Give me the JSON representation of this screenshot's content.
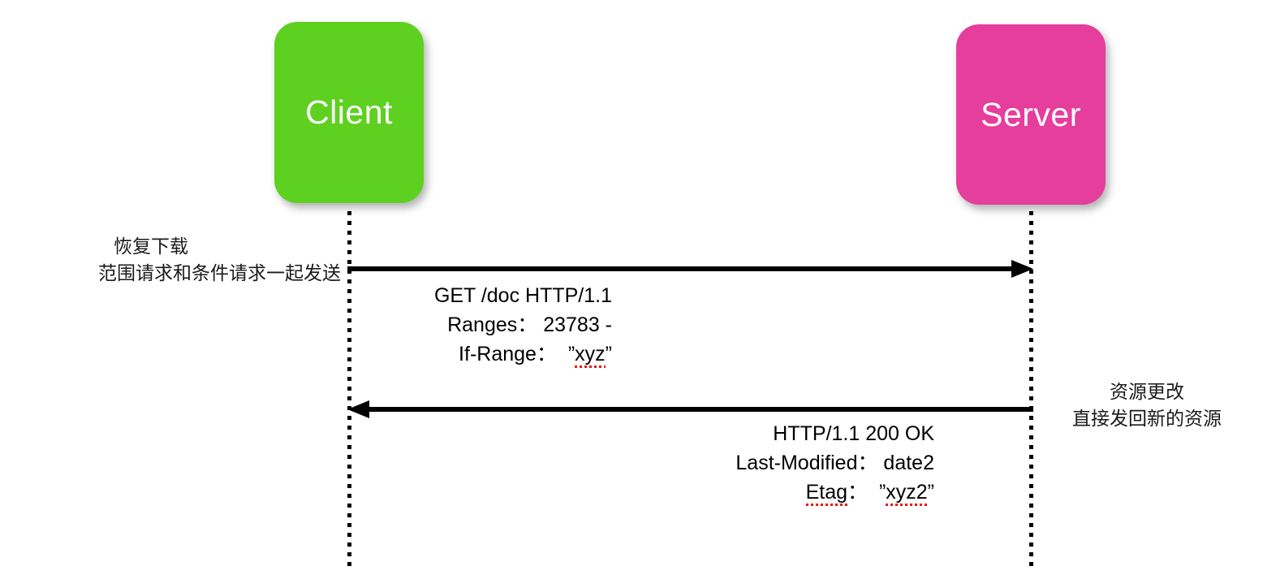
{
  "diagram": {
    "title": "HTTP Range Request with If-Range Conditional (Resource Changed)",
    "type": "sequence-diagram",
    "colors": {
      "client_fill": "#5ED020",
      "server_fill": "#E53E9C",
      "actor_label": "#FFFFFF",
      "line": "#000000",
      "spellcheck_underline": "#EE1111",
      "background": "#FFFFFF"
    }
  },
  "actors": {
    "client": {
      "label": "Client"
    },
    "server": {
      "label": "Server"
    }
  },
  "notes": {
    "left": {
      "line1": "恢复下载",
      "line2": "范围请求和条件请求一起发送"
    },
    "right": {
      "line1": "资源更改",
      "line2": "直接发回新的资源"
    }
  },
  "messages": [
    {
      "id": "request",
      "direction": "client-to-server",
      "lines": [
        {
          "text": "GET /doc  HTTP/1.1"
        },
        {
          "text": "Ranges：  23783 -"
        },
        {
          "prefix": "If-Range：  ",
          "quote_open": "”",
          "value": "xyz",
          "quote_close": "”"
        }
      ]
    },
    {
      "id": "response",
      "direction": "server-to-client",
      "lines": [
        {
          "text": "HTTP/1.1  200  OK"
        },
        {
          "text": "Last-Modified：  date2"
        },
        {
          "prefix": "Etag",
          "sep": "：  ",
          "quote_open": "”",
          "value": "xyz2",
          "quote_close": "”"
        }
      ]
    }
  ],
  "request_line1": "GET /doc  HTTP/1.1",
  "request_line2": "Ranges：  23783 -",
  "request_line3_prefix": "If-Range：",
  "request_line3_value": "xyz",
  "response_line1": "HTTP/1.1  200  OK",
  "response_line2": "Last-Modified：  date2",
  "response_line3_prefix": "Etag",
  "response_line3_sep": "：",
  "response_line3_value": "xyz2",
  "quote_open": "”",
  "quote_close": "”"
}
